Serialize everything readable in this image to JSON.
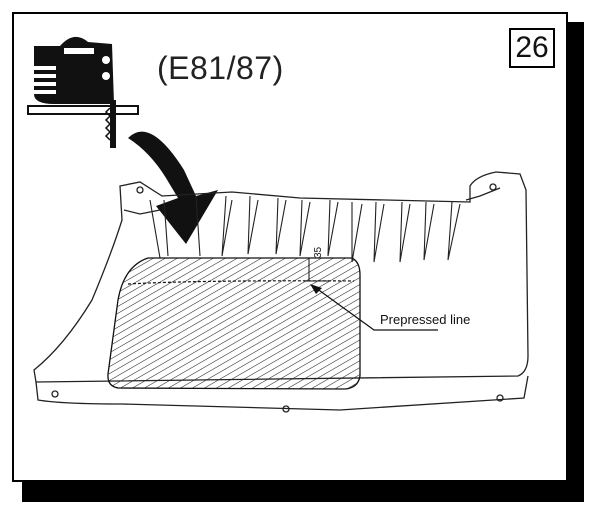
{
  "step_number": "26",
  "model_code": "(E81/87)",
  "callouts": {
    "prepressed_line": "Prepressed line",
    "dimension": "35"
  },
  "icons": {
    "tool": "jigsaw-icon",
    "arrow": "curved-arrow-icon"
  }
}
